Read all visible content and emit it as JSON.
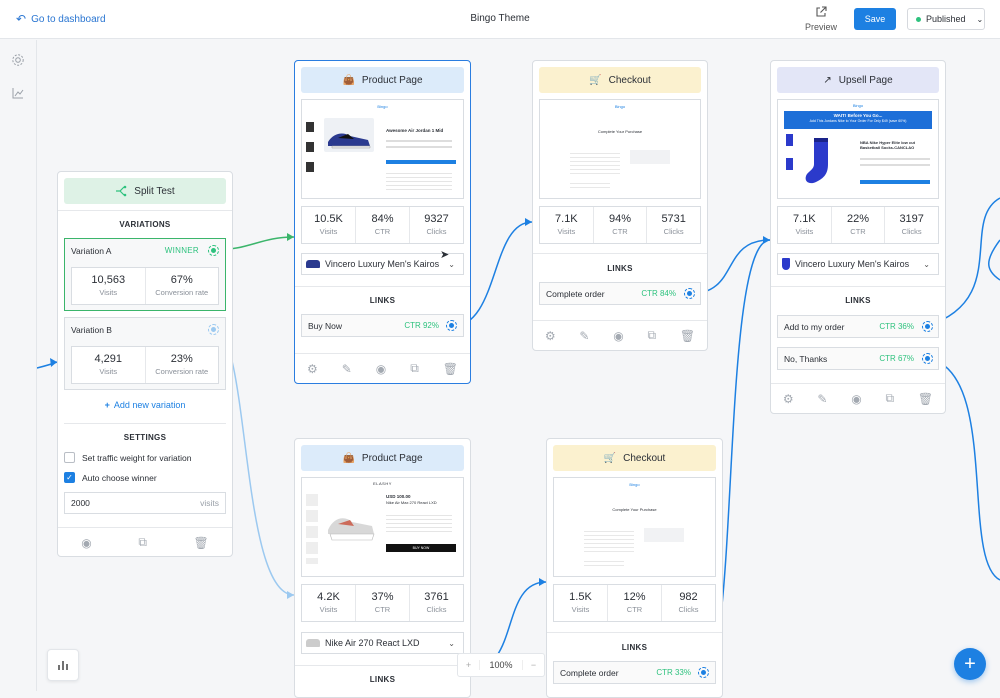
{
  "topbar": {
    "back": "Go to dashboard",
    "title": "Bingo Theme",
    "preview": "Preview",
    "save": "Save",
    "status": "Published"
  },
  "split": {
    "title": "Split Test",
    "variations_heading": "VARIATIONS",
    "a": {
      "name": "Variation A",
      "badge": "WINNER",
      "visits": "10,563",
      "visits_label": "Visits",
      "rate": "67%",
      "rate_label": "Conversion rate"
    },
    "b": {
      "name": "Variation B",
      "visits": "4,291",
      "visits_label": "Visits",
      "rate": "23%",
      "rate_label": "Conversion rate"
    },
    "add": "Add new variation",
    "settings_heading": "SETTINGS",
    "opt1": "Set traffic weight for variation",
    "opt2": "Auto choose winner",
    "visits_value": "2000",
    "visits_unit": "visits"
  },
  "pp1": {
    "title": "Product Page",
    "brand": "Bingo",
    "thumb_title": "Awesome Air Jordan 1 Mid",
    "stats": [
      {
        "v": "10.5K",
        "l": "Visits"
      },
      {
        "v": "84%",
        "l": "CTR"
      },
      {
        "v": "9327",
        "l": "Clicks"
      }
    ],
    "product": "Vincero Luxury Men's Kairos",
    "links": "LINKS",
    "link": {
      "label": "Buy Now",
      "ctr": "CTR 92%"
    }
  },
  "co1": {
    "title": "Checkout",
    "brand": "Bingo",
    "thumb_title": "Complete Your Purchase",
    "stats": [
      {
        "v": "7.1K",
        "l": "Visits"
      },
      {
        "v": "94%",
        "l": "CTR"
      },
      {
        "v": "5731",
        "l": "Clicks"
      }
    ],
    "links": "LINKS",
    "link": {
      "label": "Complete order",
      "ctr": "CTR 84%"
    }
  },
  "up": {
    "title": "Upsell Page",
    "brand": "Bingo",
    "banner1": "WAIT! Before You Go...",
    "banner2": "Add This Jordans Nike to Your Order For Only $49 (save 60%)",
    "prod_title": "NBA Nike Hyper Elite low cut Basketball Socks-CANCLAO",
    "stats": [
      {
        "v": "7.1K",
        "l": "Visits"
      },
      {
        "v": "22%",
        "l": "CTR"
      },
      {
        "v": "3197",
        "l": "Clicks"
      }
    ],
    "product": "Vincero Luxury Men's Kairos",
    "links": "LINKS",
    "link1": {
      "label": "Add to my order",
      "ctr": "CTR 36%"
    },
    "link2": {
      "label": "No, Thanks",
      "ctr": "CTR 67%"
    }
  },
  "pp2": {
    "title": "Product Page",
    "brand": "ELASHY",
    "price": "USD 100.00",
    "thumb_title": "Nike Air Max 270 React LXD",
    "buy": "BUY NOW",
    "stats": [
      {
        "v": "4.2K",
        "l": "Visits"
      },
      {
        "v": "37%",
        "l": "CTR"
      },
      {
        "v": "3761",
        "l": "Clicks"
      }
    ],
    "product": "Nike Air 270 React LXD",
    "links": "LINKS"
  },
  "co2": {
    "title": "Checkout",
    "brand": "Bingo",
    "thumb_title": "Complete Your Purchase",
    "stats": [
      {
        "v": "1.5K",
        "l": "Visits"
      },
      {
        "v": "12%",
        "l": "CTR"
      },
      {
        "v": "982",
        "l": "Clicks"
      }
    ],
    "links": "LINKS",
    "link": {
      "label": "Complete order",
      "ctr": "CTR 33%"
    }
  },
  "zoom": {
    "value": "100%",
    "plus": "+",
    "minus": "−"
  },
  "fab": "+",
  "colors": {
    "accent": "#1d80e2",
    "winner": "#2ec27e",
    "selected_border": "#2a7de0"
  }
}
